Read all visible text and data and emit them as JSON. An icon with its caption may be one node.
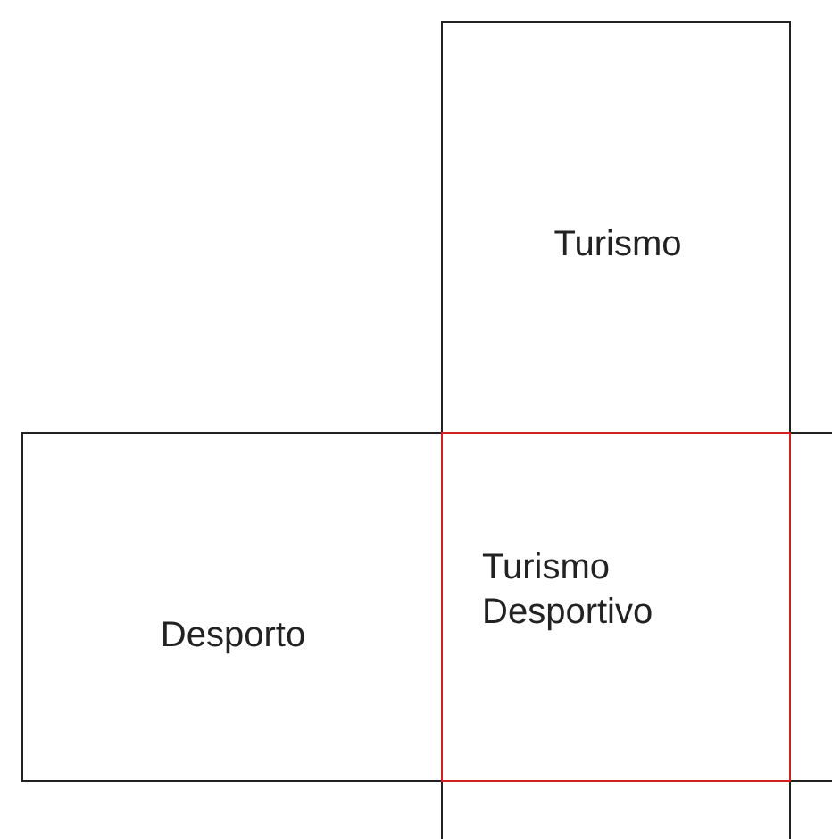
{
  "diagram": {
    "nodes": [
      {
        "text": [
          "Turismo"
        ]
      },
      {
        "text": [
          "Desporto"
        ]
      },
      {
        "text": [
          "Turismo Desportivo"
        ]
      }
    ]
  }
}
